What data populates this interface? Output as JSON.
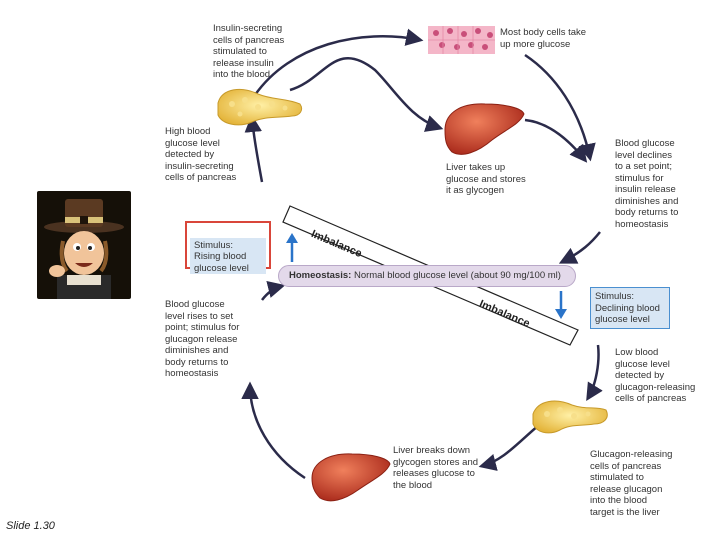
{
  "labels": {
    "insulin_secreting": "Insulin-secreting\ncells of pancreas\nstimulated to\nrelease insulin\ninto the blood",
    "body_cells": "Most body cells take\nup more glucose",
    "high_blood": "High blood\nglucose level\ndetected by\ninsulin-secreting\ncells of pancreas",
    "liver_takes": "Liver takes up\nglucose and stores\nit as glycogen",
    "declines": "Blood glucose\nlevel declines\nto a set point;\nstimulus for\ninsulin release\ndiminishes and\nbody returns to\nhomeostasis",
    "stimulus_rising": "Stimulus:\nRising blood\nglucose level",
    "homeostasis_bold": "Homeostasis:",
    "homeostasis_rest": " Normal blood glucose level (about 90 mg/100 ml)",
    "stimulus_declining": "Stimulus:\nDeclining blood\nglucose level",
    "rises": "Blood glucose\nlevel rises to set\npoint; stimulus for\nglucagon release\ndiminishes and\nbody returns to\nhomeostasis",
    "low_blood": "Low blood\nglucose level\ndetected by\nglucagon-releasing\ncells of pancreas",
    "liver_breaks": "Liver breaks down\nglycogen stores and\nreleases glucose to\nthe blood",
    "glucagon_releasing": "Glucagon-releasing\ncells of pancreas\nstimulated to\nrelease glucagon\ninto the blood\ntarget is the liver",
    "imbalance_top": "Imbalance",
    "imbalance_bottom": "Imbalance"
  },
  "footer": {
    "slide": "Slide 1.30"
  },
  "colors": {
    "rising_box_border": "#d9463a",
    "rising_box_fill": "#d8e6f4",
    "declining_box_border": "#4a8fd0",
    "declining_box_fill": "#d8e6f4",
    "arrow": "#2b2b4a",
    "blue_arrow": "#2a74c9",
    "pancreas": "#f2cc5a",
    "liver": "#c73a22",
    "cells": "#f2a9bf"
  }
}
